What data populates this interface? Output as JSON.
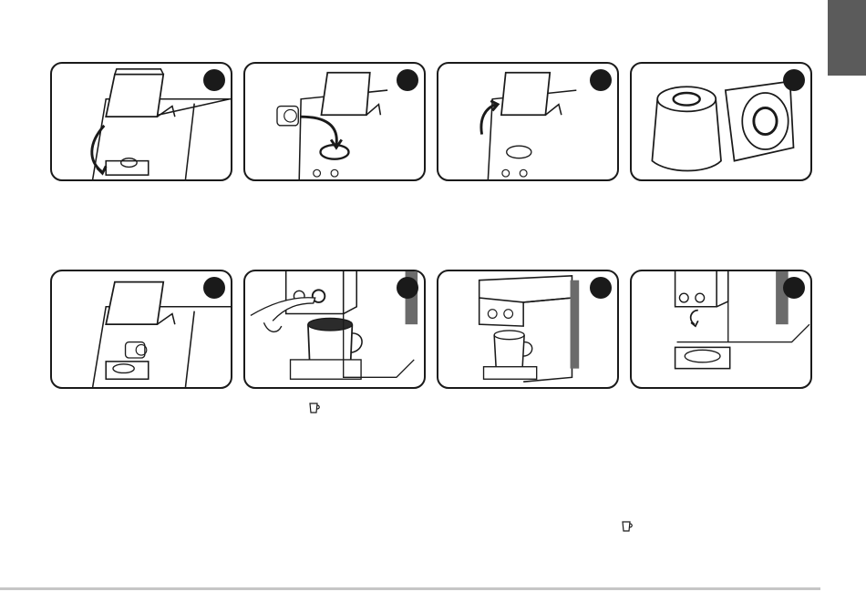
{
  "panels": [
    {
      "id": 1,
      "description": "lever-down"
    },
    {
      "id": 2,
      "description": "insert-capsule"
    },
    {
      "id": 3,
      "description": "lever-up"
    },
    {
      "id": 4,
      "description": "capsules"
    },
    {
      "id": 5,
      "description": "capsule-loaded"
    },
    {
      "id": 6,
      "description": "press-button"
    },
    {
      "id": 7,
      "description": "coffee-ready"
    },
    {
      "id": 8,
      "description": "drip-tray"
    }
  ],
  "icons": [
    "cup-icon"
  ],
  "colors": {
    "line": "#1a1a1a",
    "tab": "#5b5b5b",
    "rule": "#c6c6c6",
    "panel_bg": "#ffffff"
  }
}
